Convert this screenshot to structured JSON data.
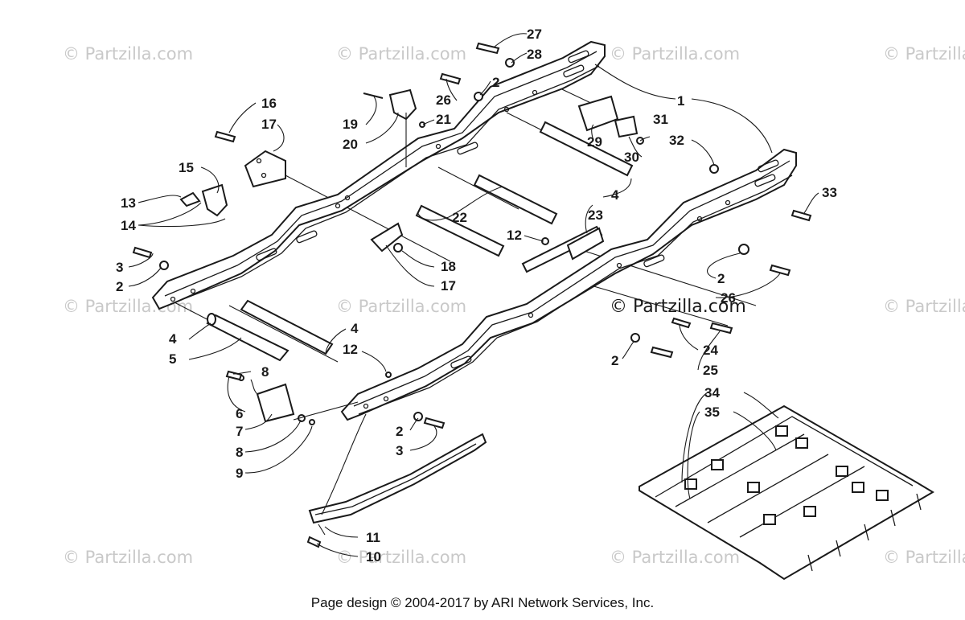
{
  "watermark": "© Partzilla.com",
  "center_watermark": "© Partzilla.com",
  "footer": "Page design © 2004-2017 by ARI Network Services, Inc.",
  "callouts": {
    "c1": "1",
    "c2a": "2",
    "c2b": "2",
    "c2c": "2",
    "c2d": "2",
    "c2e": "2",
    "c3a": "3",
    "c3b": "3",
    "c4a": "4",
    "c4b": "4",
    "c4c": "4",
    "c5": "5",
    "c6": "6",
    "c7": "7",
    "c8a": "8",
    "c8b": "8",
    "c9": "9",
    "c10": "10",
    "c11": "11",
    "c12a": "12",
    "c12b": "12",
    "c13": "13",
    "c14": "14",
    "c15": "15",
    "c16": "16",
    "c17a": "17",
    "c17b": "17",
    "c18": "18",
    "c19": "19",
    "c20": "20",
    "c21": "21",
    "c22": "22",
    "c23": "23",
    "c24": "24",
    "c25": "25",
    "c26a": "26",
    "c26b": "26",
    "c27": "27",
    "c28": "28",
    "c29": "29",
    "c30": "30",
    "c31": "31",
    "c32": "32",
    "c33": "33",
    "c34": "34",
    "c35": "35"
  }
}
